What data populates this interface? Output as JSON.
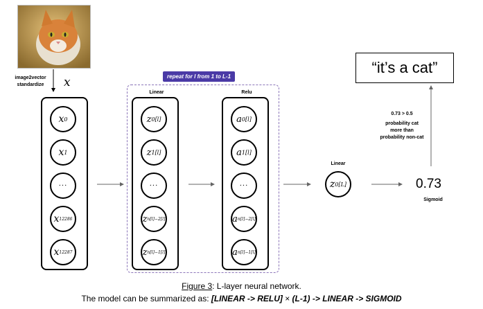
{
  "input": {
    "step_label_line1": "image2vector",
    "step_label_line2": "standardize",
    "vector_symbol": "x",
    "nodes": [
      {
        "base": "x",
        "sub": "0"
      },
      {
        "base": "x",
        "sub": "1"
      },
      {
        "base": "···",
        "sub": ""
      },
      {
        "base": "x",
        "sub": "12286"
      },
      {
        "base": "x",
        "sub": "12287"
      }
    ]
  },
  "repeat": {
    "label": "repeat for l from 1 to L-1",
    "linear_title": "Linear",
    "relu_title": "Relu"
  },
  "linear_nodes": [
    {
      "base": "z",
      "sup": "[l]",
      "sub": "0"
    },
    {
      "base": "z",
      "sup": "[l]",
      "sub": "1"
    },
    {
      "base": "···",
      "sup": "",
      "sub": ""
    },
    {
      "base": "z",
      "sup": "[l]",
      "sub": "n[l]−2"
    },
    {
      "base": "z",
      "sup": "[l]",
      "sub": "n[l]−1"
    }
  ],
  "relu_nodes": [
    {
      "base": "a",
      "sup": "[l]",
      "sub": "0"
    },
    {
      "base": "a",
      "sup": "[l]",
      "sub": "1"
    },
    {
      "base": "···",
      "sup": "",
      "sub": ""
    },
    {
      "base": "a",
      "sup": "[l]",
      "sub": "n[l]−2"
    },
    {
      "base": "a",
      "sup": "[l]",
      "sub": "n[l]−1"
    }
  ],
  "final": {
    "linear_label": "Linear",
    "node": {
      "base": "z",
      "sup": "[L]",
      "sub": "0"
    },
    "value": "0.73",
    "sigmoid_label": "Sigmoid",
    "comparison": "0.73 > 0.5",
    "prob_line1": "probability cat",
    "prob_line2": "more than",
    "prob_line3": "probability non-cat",
    "output_text": "“it’s a cat”"
  },
  "caption": {
    "figure_ref": "Figure 3",
    "figure_text": ": L-layer neural network.",
    "summary_prefix": "The model can be summarized as: ",
    "summary_formula_a": "[LINEAR -> RELU]",
    "summary_times": " × ",
    "summary_formula_b": "(L-1) -> LINEAR -> SIGMOID"
  },
  "colors": {
    "repeat_badge": "#4a3aa6",
    "repeat_border": "#8a73b8",
    "arrow": "#666666"
  }
}
